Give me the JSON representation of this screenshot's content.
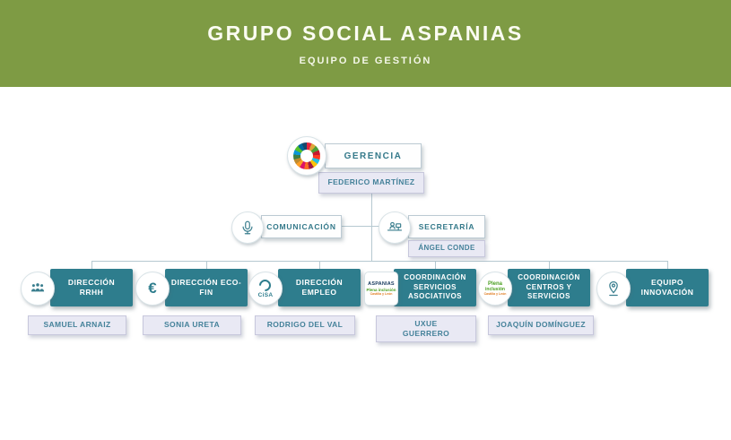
{
  "header": {
    "title": "GRUPO SOCIAL ASPANIAS",
    "subtitle": "EQUIPO DE GESTIÓN"
  },
  "org": {
    "gerencia": {
      "label": "GERENCIA",
      "name": "FEDERICO MARTÍNEZ"
    },
    "comunicacion": {
      "label": "COMUNICACIÓN",
      "name": ""
    },
    "secretaria": {
      "label": "SECRETARÍA",
      "name": "ÁNGEL CONDE"
    },
    "level3": [
      {
        "label": "DIRECCIÓN RRHH",
        "name": "SAMUEL ARNAIZ",
        "icon": "people-icon"
      },
      {
        "label": "DIRECCIÓN ECO-FIN",
        "name": "SONIA URETA",
        "icon": "euro-icon"
      },
      {
        "label": "DIRECCIÓN EMPLEO",
        "name": "RODRIGO DEL VAL",
        "icon": "cisa-logo-icon"
      },
      {
        "label": "COORDINACIÓN SERVICIOS ASOCIATIVOS",
        "name": "UXUE GUERRERO",
        "icon": "aspanias-plena-logo-icon"
      },
      {
        "label": "COORDINACIÓN CENTROS Y SERVICIOS",
        "name": "JOAQUÍN DOMÍNGUEZ",
        "icon": "plena-inclusion-logo-icon"
      },
      {
        "label": "EQUIPO INNOVACIÓN",
        "name": "",
        "icon": "location-pin-person-icon"
      }
    ]
  },
  "icons": {
    "euro": "€",
    "cisa": "CiSA",
    "aspanias": {
      "top": "ASPANIAS",
      "green": "Plena inclusión",
      "region": "Castilla y León"
    },
    "plena": {
      "line1": "Plena",
      "line2": "inclusión",
      "region": "Castilla y León"
    }
  },
  "colors": {
    "header_green": "#7e9b44",
    "teal": "#2e7d8d",
    "name_box_bg": "#e9e9f4",
    "connector_line": "#b6c9d1"
  }
}
